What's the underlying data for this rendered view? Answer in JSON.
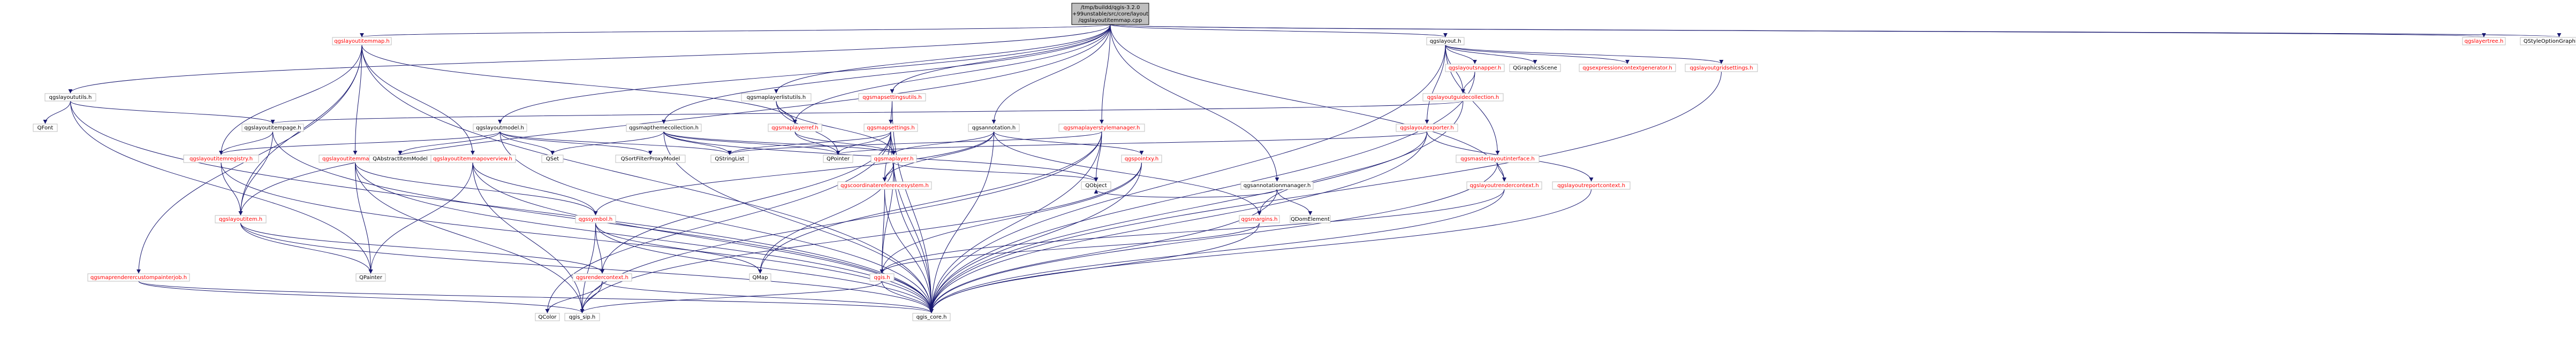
{
  "graph": {
    "edge_color": "#191970",
    "link_color": "#ff0000",
    "root": "qgslayoutitemmap.cpp",
    "nodes": [
      {
        "id": "root",
        "lines": [
          "/tmp/buildd/qgis-3.2.0",
          "+99unstable/src/core/layout",
          "/qgslayoutitemmap.cpp"
        ],
        "kind": "root"
      },
      {
        "id": "qgslayoutitemmap_h",
        "lines": [
          "qgslayoutitemmap.h"
        ],
        "kind": "link"
      },
      {
        "id": "qgslayoututils_h",
        "lines": [
          "qgslayoututils.h"
        ],
        "kind": "plain"
      },
      {
        "id": "qgslayoutmodel_h",
        "lines": [
          "qgslayoutmodel.h"
        ],
        "kind": "plain"
      },
      {
        "id": "qgsmapthemecollection_h",
        "lines": [
          "qgsmapthemecollection.h"
        ],
        "kind": "plain"
      },
      {
        "id": "qgsmaplayerlistutils_h",
        "lines": [
          "qgsmaplayerlistutils.h"
        ],
        "kind": "plain"
      },
      {
        "id": "qgsmapsettingsutils_h",
        "lines": [
          "qgsmapsettingsutils.h"
        ],
        "kind": "link"
      },
      {
        "id": "qgsannotation_h",
        "lines": [
          "qgsannotation.h"
        ],
        "kind": "plain"
      },
      {
        "id": "qgsmaplayerstylemanager_h",
        "lines": [
          "qgsmaplayerstylemanager.h"
        ],
        "kind": "link"
      },
      {
        "id": "qgsannotationmanager_h",
        "lines": [
          "qgsannotationmanager.h"
        ],
        "kind": "plain"
      },
      {
        "id": "qgslayout_h",
        "lines": [
          "qgslayout.h"
        ],
        "kind": "plain"
      },
      {
        "id": "qgslayertree_h",
        "lines": [
          "qgslayertree.h"
        ],
        "kind": "link"
      },
      {
        "id": "QStyleOptionGraphicsItem",
        "lines": [
          "QStyleOptionGraphicsItem"
        ],
        "kind": "plain"
      },
      {
        "id": "qgslayoutitem_h",
        "lines": [
          "qgslayoutitem.h"
        ],
        "kind": "link"
      },
      {
        "id": "qgslayoutitemregistry_h",
        "lines": [
          "qgslayoutitemregistry.h"
        ],
        "kind": "link"
      },
      {
        "id": "qgslayoutitemmapgrid_h",
        "lines": [
          "qgslayoutitemmapgrid.h"
        ],
        "kind": "link"
      },
      {
        "id": "qgslayoutitemmapoverview_h",
        "lines": [
          "qgslayoutitemmapoverview.h"
        ],
        "kind": "link"
      },
      {
        "id": "qgsmaprenderercustompainterjob_h",
        "lines": [
          "qgsmaprenderercustompainterjob.h"
        ],
        "kind": "link"
      },
      {
        "id": "qgsmaplayerref_h",
        "lines": [
          "qgsmaplayerref.h"
        ],
        "kind": "link"
      },
      {
        "id": "qgslayoutitempage_h",
        "lines": [
          "qgslayoutitempage.h"
        ],
        "kind": "plain"
      },
      {
        "id": "QFont",
        "lines": [
          "QFont"
        ],
        "kind": "plain"
      },
      {
        "id": "QAbstractItemModel",
        "lines": [
          "QAbstractItemModel"
        ],
        "kind": "plain"
      },
      {
        "id": "QSet",
        "lines": [
          "QSet"
        ],
        "kind": "plain"
      },
      {
        "id": "QSortFilterProxyModel",
        "lines": [
          "QSortFilterProxyModel"
        ],
        "kind": "plain"
      },
      {
        "id": "QStringList",
        "lines": [
          "QStringList"
        ],
        "kind": "plain"
      },
      {
        "id": "QPointer",
        "lines": [
          "QPointer"
        ],
        "kind": "plain"
      },
      {
        "id": "qgsmapsettings_h",
        "lines": [
          "qgsmapsettings.h"
        ],
        "kind": "link"
      },
      {
        "id": "qgspointxy_h",
        "lines": [
          "qgspointxy.h"
        ],
        "kind": "link"
      },
      {
        "id": "qgsmaplayer_h",
        "lines": [
          "qgsmaplayer.h"
        ],
        "kind": "link"
      },
      {
        "id": "qgscoordinatereferencesystem_h",
        "lines": [
          "qgscoordinatereferencesystem.h"
        ],
        "kind": "link"
      },
      {
        "id": "qgsmargins_h",
        "lines": [
          "qgsmargins.h"
        ],
        "kind": "link"
      },
      {
        "id": "QObject",
        "lines": [
          "QObject"
        ],
        "kind": "plain"
      },
      {
        "id": "QDomElement",
        "lines": [
          "QDomElement"
        ],
        "kind": "plain"
      },
      {
        "id": "qgssymbol_h",
        "lines": [
          "qgssymbol.h"
        ],
        "kind": "link"
      },
      {
        "id": "qgsrendercontext_h",
        "lines": [
          "qgsrendercontext.h"
        ],
        "kind": "link"
      },
      {
        "id": "qgis_h",
        "lines": [
          "qgis.h"
        ],
        "kind": "link"
      },
      {
        "id": "QMap",
        "lines": [
          "QMap"
        ],
        "kind": "plain"
      },
      {
        "id": "QPainter",
        "lines": [
          "QPainter"
        ],
        "kind": "plain"
      },
      {
        "id": "QColor",
        "lines": [
          "QColor"
        ],
        "kind": "plain"
      },
      {
        "id": "qgis_sip_h",
        "lines": [
          "qgis_sip.h"
        ],
        "kind": "plain"
      },
      {
        "id": "qgis_core_h",
        "lines": [
          "qgis_core.h"
        ],
        "kind": "plain"
      },
      {
        "id": "qgslayoutsnapper_h",
        "lines": [
          "qgslayoutsnapper.h"
        ],
        "kind": "link"
      },
      {
        "id": "QGraphicsScene",
        "lines": [
          "QGraphicsScene"
        ],
        "kind": "plain"
      },
      {
        "id": "qgsexpressioncontextgenerator_h",
        "lines": [
          "qgsexpressioncontextgenerator.h"
        ],
        "kind": "link"
      },
      {
        "id": "qgslayoutgridsettings_h",
        "lines": [
          "qgslayoutgridsettings.h"
        ],
        "kind": "link"
      },
      {
        "id": "qgslayoutguidecollection_h",
        "lines": [
          "qgslayoutguidecollection.h"
        ],
        "kind": "link"
      },
      {
        "id": "qgslayoutexporter_h",
        "lines": [
          "qgslayoutexporter.h"
        ],
        "kind": "link"
      },
      {
        "id": "qgsmasterlayoutinterface_h",
        "lines": [
          "qgsmasterlayoutinterface.h"
        ],
        "kind": "link"
      },
      {
        "id": "qgslayoutrendercontext_h",
        "lines": [
          "qgslayoutrendercontext.h"
        ],
        "kind": "link"
      },
      {
        "id": "qgslayoutreportcontext_h",
        "lines": [
          "qgslayoutreportcontext.h"
        ],
        "kind": "link"
      }
    ]
  }
}
